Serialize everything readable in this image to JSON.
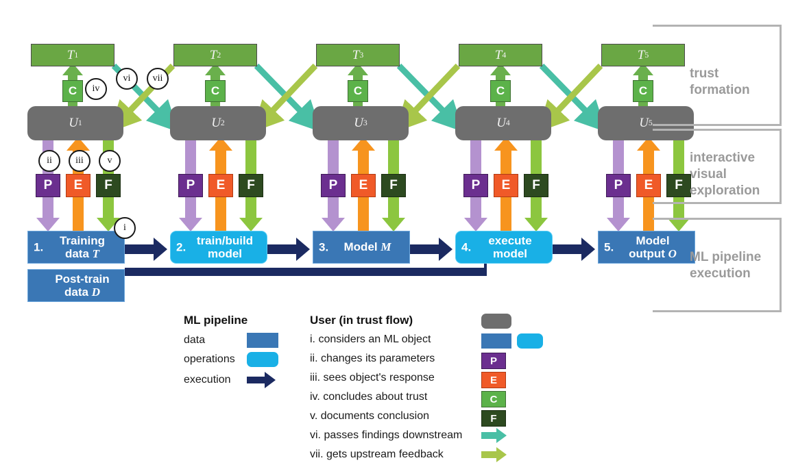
{
  "diagram": {
    "title": "ML pipeline execution with interactive visual exploration and trust formation",
    "colors": {
      "data_blue": "#3a77b5",
      "operations_cyan": "#19b0e6",
      "execution_navy": "#1b2a61",
      "user_gray": "#6e6e6e",
      "trust_green": "#6aa744",
      "conclusion_green": "#5cb24a",
      "parameters_purple": "#6b2f8f",
      "response_orange": "#f05a28",
      "findings_dark_green": "#2d4a20",
      "downstream_teal": "#49bfa5",
      "upstream_yellow_green": "#a8c martian"
    }
  },
  "trust_boxes": [
    {
      "label": "T",
      "sub": "1"
    },
    {
      "label": "T",
      "sub": "2"
    },
    {
      "label": "T",
      "sub": "3"
    },
    {
      "label": "T",
      "sub": "4"
    },
    {
      "label": "T",
      "sub": "5"
    }
  ],
  "user_boxes": [
    {
      "label": "U",
      "sub": "1"
    },
    {
      "label": "U",
      "sub": "2"
    },
    {
      "label": "U",
      "sub": "3"
    },
    {
      "label": "U",
      "sub": "4"
    },
    {
      "label": "U",
      "sub": "5"
    }
  ],
  "conclusion_boxes": [
    "C",
    "C",
    "C",
    "C",
    "C"
  ],
  "action_boxes": [
    {
      "p": "P",
      "e": "E",
      "f": "F"
    },
    {
      "p": "P",
      "e": "E",
      "f": "F"
    },
    {
      "p": "P",
      "e": "E",
      "f": "F"
    },
    {
      "p": "P",
      "e": "E",
      "f": "F"
    },
    {
      "p": "P",
      "e": "E",
      "f": "F"
    }
  ],
  "pipeline": [
    {
      "num": "1.",
      "line1": "Training",
      "line2": "data",
      "sym": "T",
      "kind": "data"
    },
    {
      "num": "2.",
      "line1": "train/build",
      "line2": "model",
      "sym": "",
      "kind": "operations"
    },
    {
      "num": "3.",
      "line1": "Model",
      "line2": "",
      "sym": "M",
      "kind": "data"
    },
    {
      "num": "4.",
      "line1": "execute",
      "line2": "model",
      "sym": "",
      "kind": "operations"
    },
    {
      "num": "5.",
      "line1": "Model",
      "line2": "output",
      "sym": "O",
      "kind": "data"
    }
  ],
  "post_train": {
    "line1": "Post-train",
    "line2": "data",
    "sym": "D"
  },
  "callouts": [
    {
      "id": "i",
      "text": "i"
    },
    {
      "id": "ii",
      "text": "ii"
    },
    {
      "id": "iii",
      "text": "iii"
    },
    {
      "id": "iv",
      "text": "iv"
    },
    {
      "id": "v",
      "text": "v"
    },
    {
      "id": "vi",
      "text": "vi"
    },
    {
      "id": "vii",
      "text": "vii"
    }
  ],
  "brackets": [
    {
      "id": "trust-formation",
      "line1": "trust",
      "line2": "formation"
    },
    {
      "id": "interactive-visual-exploration",
      "line1": "interactive",
      "line2": "visual",
      "line3": "exploration"
    },
    {
      "id": "ml-pipeline-execution",
      "line1": "ML pipeline",
      "line2": "execution"
    }
  ],
  "legend": {
    "pipeline": {
      "title": "ML pipeline",
      "items": [
        {
          "label": "data",
          "swatch": "data"
        },
        {
          "label": "operations",
          "swatch": "operations"
        },
        {
          "label": "execution",
          "swatch": "execution-arrow"
        }
      ]
    },
    "user": {
      "title": "User (in trust flow)",
      "items": [
        {
          "label": "i. considers an ML object",
          "swatch": "gray-and-blue"
        },
        {
          "label": "ii. changes its parameters",
          "swatch": "P"
        },
        {
          "label": "iii. sees object's response",
          "swatch": "E"
        },
        {
          "label": "iv. concludes about trust",
          "swatch": "C"
        },
        {
          "label": "v. documents conclusion",
          "swatch": "F"
        },
        {
          "label": "vi.  passes findings downstream",
          "swatch": "teal-arrow"
        },
        {
          "label": "vii. gets upstream feedback",
          "swatch": "yellowgreen-arrow"
        }
      ]
    }
  }
}
